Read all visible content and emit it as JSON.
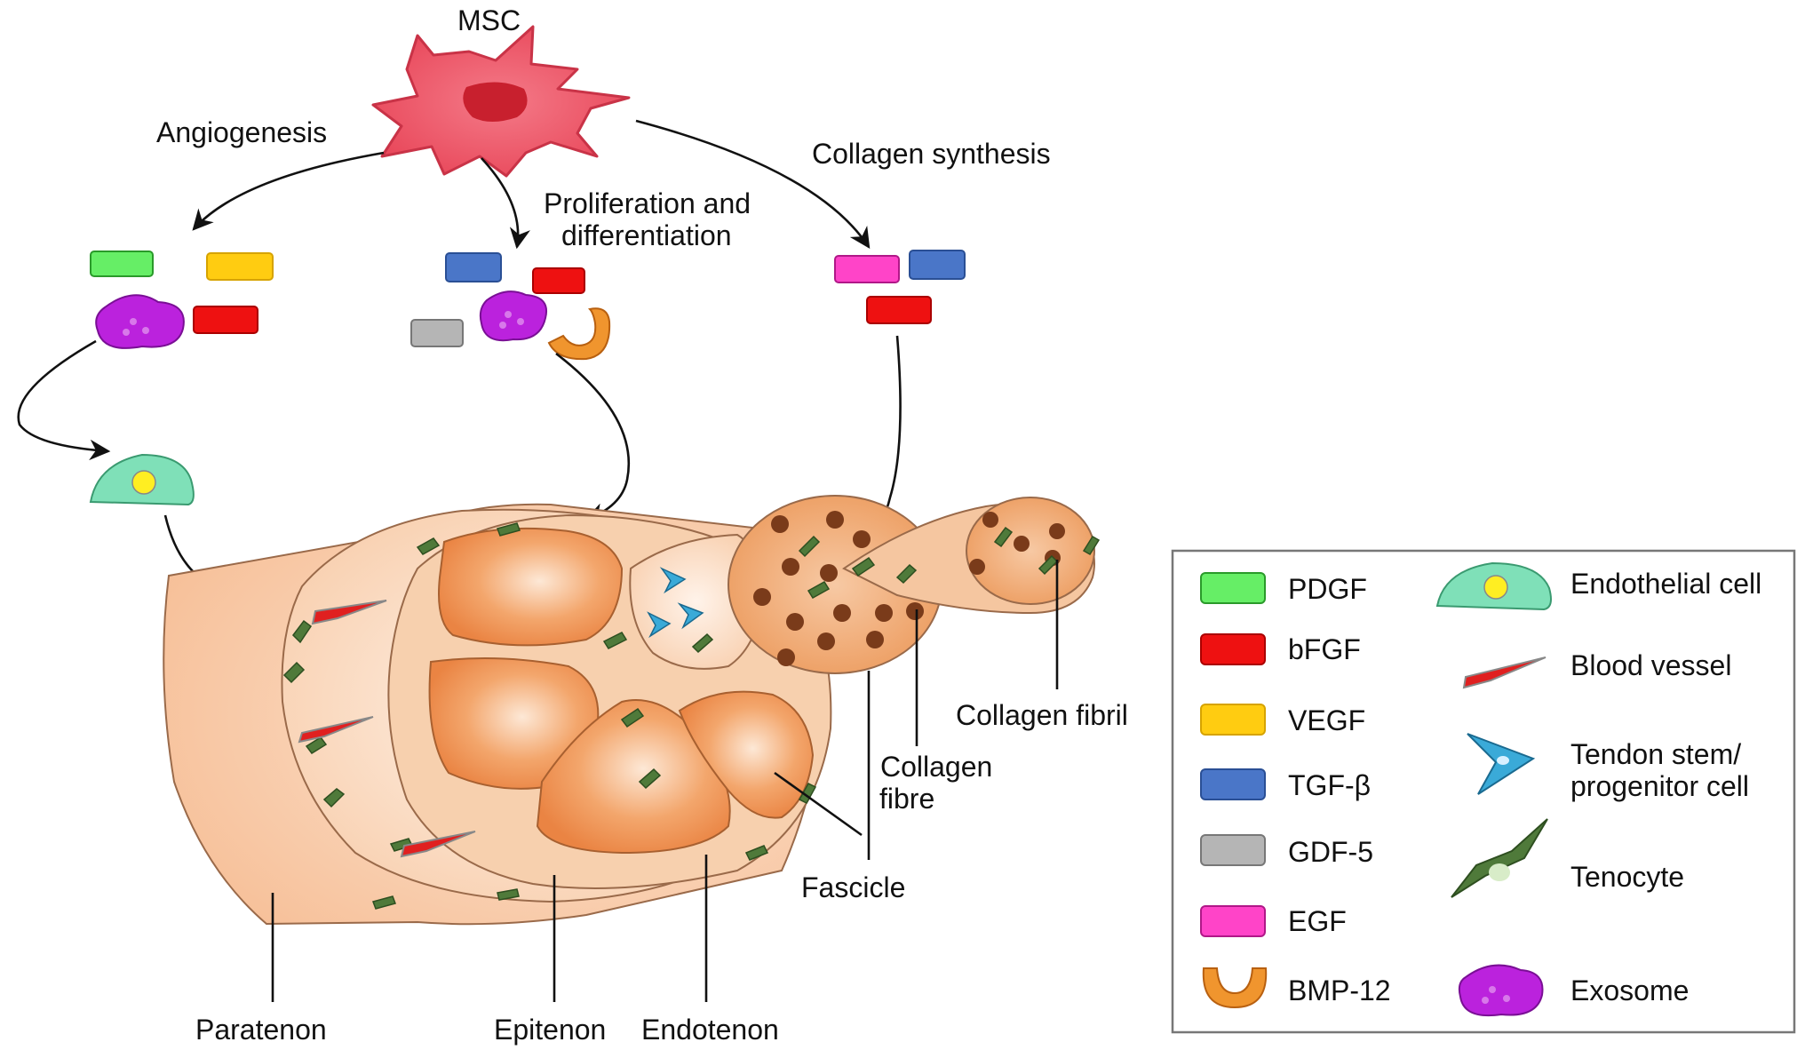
{
  "labels": {
    "msc": "MSC",
    "angiogenesis": "Angiogenesis",
    "proliferation_line1": "Proliferation and",
    "proliferation_line2": "differentiation",
    "collagen_synthesis": "Collagen synthesis",
    "collagen_fibril": "Collagen fibril",
    "collagen_fibre_line1": "Collagen",
    "collagen_fibre_line2": "fibre",
    "fascicle": "Fascicle",
    "paratenon": "Paratenon",
    "epitenon": "Epitenon",
    "endotenon": "Endotenon"
  },
  "legend": {
    "factors": [
      {
        "label": "PDGF",
        "color": "#66ee66"
      },
      {
        "label": "bFGF",
        "color": "#ee1111"
      },
      {
        "label": "VEGF",
        "color": "#ffcc11"
      },
      {
        "label": "TGF-β",
        "color": "#4a76c8"
      },
      {
        "label": "GDF-5",
        "color": "#b5b5b5"
      },
      {
        "label": "EGF",
        "color": "#ff44c8"
      },
      {
        "label": "BMP-12",
        "color": "#f0952e"
      }
    ],
    "cells": [
      {
        "label": "Endothelial cell",
        "icon": "endothelial-cell-icon"
      },
      {
        "label": "Blood vessel",
        "icon": "blood-vessel-icon"
      },
      {
        "label_line1": "Tendon stem/",
        "label_line2": "progenitor cell",
        "icon": "tendon-stem-cell-icon"
      },
      {
        "label": "Tenocyte",
        "icon": "tenocyte-icon"
      },
      {
        "label": "Exosome",
        "icon": "exosome-icon"
      }
    ]
  },
  "colors": {
    "msc": "#ee4a5e",
    "tendon": "#f8c49e",
    "fascicle": "#ef9150",
    "tenocyte": "#4f7a3a",
    "exosome": "#bb22dd",
    "endothelial": "#7fe0b8"
  }
}
